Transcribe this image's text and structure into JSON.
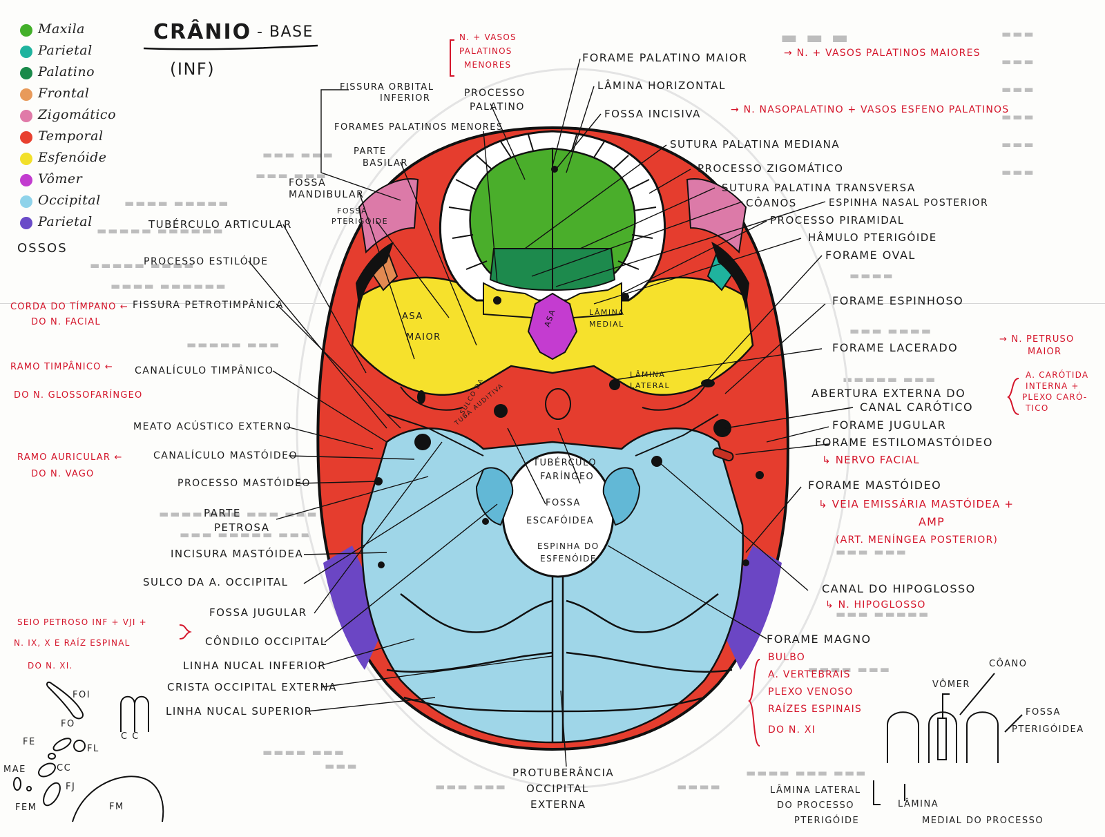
{
  "title": "CRÂNIO",
  "title_suffix": "- BASE",
  "subtitle": "(INF)",
  "legend": {
    "items": [
      {
        "label": "Maxila",
        "color": "#43b02a"
      },
      {
        "label": "Parietal",
        "color": "#1fb39e"
      },
      {
        "label": "Palatino",
        "color": "#1a8a4a"
      },
      {
        "label": "Frontal",
        "color": "#e89a5a"
      },
      {
        "label": "Zigomático",
        "color": "#e07aa8"
      },
      {
        "label": "Temporal",
        "color": "#e8402f"
      },
      {
        "label": "Esfenóide",
        "color": "#f2e02a"
      },
      {
        "label": "Vômer",
        "color": "#c23ccf"
      },
      {
        "label": "Occipital",
        "color": "#8fd3ea"
      },
      {
        "label": "Parietal",
        "color": "#6a4bc8"
      }
    ],
    "footer": "OSSOS"
  },
  "labels_right": {
    "forame_palatino_maior": "FORAME PALATINO MAIOR",
    "lamina_horizontal": "LÂMINA HORIZONTAL",
    "fossa_incisiva": "FOSSA INCISIVA",
    "sutura_palatina_mediana": "SUTURA PALATINA MEDIANA",
    "processo_zigomatico": "PROCESSO ZIGOMÁTICO",
    "sutura_palatina_transversa": "SUTURA PALATINA TRANSVERSA",
    "coanos": "CÔANOS",
    "espinha_nasal_posterior": "ESPINHA NASAL POSTERIOR",
    "processo_piramidal": "PROCESSO PIRAMIDAL",
    "hamulo_pterigoide": "HÂMULO PTERIGÓIDE",
    "forame_oval": "FORAME OVAL",
    "forame_espinhoso": "FORAME ESPINHOSO",
    "forame_lacerado": "FORAME LACERADO",
    "abertura_canal_1": "ABERTURA EXTERNA DO",
    "abertura_canal_2": "CANAL CARÓTICO",
    "forame_jugular": "FORAME JUGULAR",
    "forame_estilomastoideo": "FORAME ESTILOMASTÓIDEO",
    "forame_mastoideo": "FORAME MASTÓIDEO",
    "canal_hipoglosso": "CANAL DO HIPOGLOSSO",
    "forame_magno": "FORAME MAGNO"
  },
  "labels_left": {
    "fissura_orbital_1": "FISSURA ORBITAL",
    "fissura_orbital_2": "INFERIOR",
    "processo_palatino_1": "PROCESSO",
    "processo_palatino_2": "PALATINO",
    "forames_palatinos_menores": "FORAMES PALATINOS MENORES",
    "parte_basilar_1": "PARTE",
    "parte_basilar_2": "BASILAR",
    "fossa_mandibular_1": "FOSSA",
    "fossa_mandibular_2": "MANDIBULAR",
    "fossa_pterigoide_1": "FOSSA",
    "fossa_pterigoide_2": "PTERIGÓIDE",
    "tuberculo_articular": "TUBÉRCULO ARTICULAR",
    "processo_estiloide": "PROCESSO ESTILÓIDE",
    "fissura_petrotimpanica": "FISSURA PETROTIMPÂNICA",
    "canaliculo_timpanico": "CANALÍCULO TIMPÂNICO",
    "meato_acustico": "MEATO ACÚSTICO EXTERNO",
    "canaliculo_mastoideo": "CANALÍCULO MASTÓIDEO",
    "processo_mastoideo": "PROCESSO MASTÓIDEO",
    "parte_petrosa_1": "PARTE",
    "parte_petrosa_2": "PETROSA",
    "incisura_mastoidea": "INCISURA MASTÓIDEA",
    "sulco_occipital": "SULCO DA A. OCCIPITAL",
    "fossa_jugular": "FOSSA JUGULAR",
    "condilo_occipital": "CÔNDILO OCCIPITAL",
    "linha_nucal_inferior": "LINHA NUCAL INFERIOR",
    "crista_occipital": "CRISTA OCCIPITAL EXTERNA",
    "linha_nucal_superior": "LINHA NUCAL SUPERIOR"
  },
  "labels_center": {
    "asa_maior_1": "ASA",
    "asa_maior_2": "MAIOR",
    "asa_vomer": "ASA",
    "lamina_medial_1": "LÂMINA",
    "lamina_medial_2": "MEDIAL",
    "lamina_lateral_1": "LÂMINA",
    "lamina_lateral_2": "LATERAL",
    "sulco_tuba_1": "SULCO DA",
    "sulco_tuba_2": "TUBA AUDITIVA",
    "tuberculo_faringeo_1": "TUBÉRCULO",
    "tuberculo_faringeo_2": "FARÍNGEO",
    "fossa_escafoidea_1": "FOSSA",
    "fossa_escafoidea_2": "ESCAFÓIDEA",
    "espinha_esfenoide_1": "ESPINHA DO",
    "espinha_esfenoide_2": "ESFENÓIDE",
    "protuberancia_1": "PROTUBERÂNCIA",
    "protuberancia_2": "OCCIPITAL",
    "protuberancia_3": "EXTERNA"
  },
  "notes_red": {
    "vasos_palatinos_menores_1": "N. + VASOS",
    "vasos_palatinos_menores_2": "PALATINOS",
    "vasos_palatinos_menores_3": "MENORES",
    "vasos_palatinos_maiores": "→ N. + VASOS PALATINOS MAIORES",
    "nasopalatino": "→ N. NASOPALATINO + VASOS ESFENO PALATINOS",
    "petroso_maior_1": "→ N. PETRUSO",
    "petroso_maior_2": "MAIOR",
    "carotida_1": "A. CARÓTIDA",
    "carotida_2": "INTERNA +",
    "carotida_3": "PLEXO CARÓ-",
    "carotida_4": "TICO",
    "nervo_facial": "↳ NERVO FACIAL",
    "veia_emissaria_1": "↳ VEIA EMISSÁRIA MASTÓIDEA +",
    "veia_emissaria_2": "AMP",
    "veia_emissaria_3": "(ART. MENÍNGEA POSTERIOR)",
    "hipoglosso": "↳ N. HIPOGLOSSO",
    "bulbo": "BULBO",
    "vertebrais": "A. VERTEBRAIS",
    "plexo_venoso": "PLEXO VENOSO",
    "raizes_espinais": "RAÍZES ESPINAIS",
    "n_xi": "DO N. XI",
    "corda_timpano_1": "CORDA DO TÍMPANO ←",
    "corda_timpano_2": "DO N. FACIAL",
    "ramo_timpanico_1": "RAMO TIMPÂNICO ←",
    "ramo_timpanico_2": "DO N. GLOSSOFARÍNGEO",
    "ramo_auricular_1": "RAMO AURICULAR ←",
    "ramo_auricular_2": "DO N. VAGO",
    "seio_petroso_1": "SEIO PETROSO INF + VJI +",
    "seio_petroso_2": "N. IX, X e RAÍZ ESPINAL",
    "seio_petroso_3": "DO N. XI."
  },
  "mini_left": {
    "foi": "FOI",
    "fo": "FO",
    "fe": "FE",
    "fl": "FL",
    "cc_top": "C C",
    "mae": "MAE",
    "cc": "CC",
    "fj": "FJ",
    "fem": "FEM",
    "fm": "FM"
  },
  "mini_right": {
    "coano": "CÔANO",
    "vomer": "VÔMER",
    "fossa_1": "FOSSA",
    "fossa_2": "PTERIGÓIDEA",
    "lamina_lateral_1": "LÂMINA LATERAL",
    "lamina_lateral_2": "DO PROCESSO",
    "lamina_lateral_3": "PTERIGÓIDE",
    "lamina_medial_1": "LÂMINA",
    "lamina_medial_2": "MEDIAL DO PROCESSO"
  },
  "colors": {
    "maxila": "#4aae2b",
    "palatino": "#1d8a4d",
    "esfenoide": "#f4df2a",
    "temporal": "#e33b2c",
    "occipital": "#96d2e6",
    "parietal": "#6b46c4",
    "vomer": "#c43cd0",
    "zigomatico": "#d86fa0",
    "frontal": "#e38a52",
    "annotation_red": "#d4152a"
  }
}
